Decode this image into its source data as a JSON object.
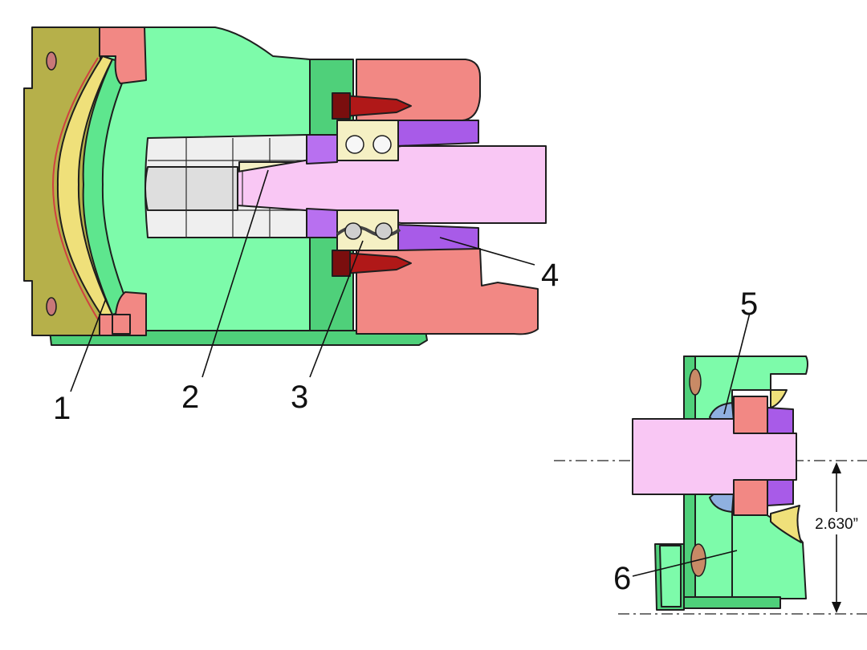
{
  "callouts": [
    {
      "id": "1",
      "text": "1"
    },
    {
      "id": "2",
      "text": "2"
    },
    {
      "id": "3",
      "text": "3"
    },
    {
      "id": "4",
      "text": "4"
    },
    {
      "id": "5",
      "text": "5"
    },
    {
      "id": "6",
      "text": "6"
    }
  ],
  "dimension": {
    "label": "2.630”"
  },
  "colors": {
    "housing_green": "#7dfbaa",
    "housing_green_dark": "#3fbf6a",
    "flange_olive": "#b6b04a",
    "seal_salmon": "#f28884",
    "retainer_purple": "#a85be8",
    "shaft_pink": "#f9c7f4",
    "bearing_cream": "#f5f0c4",
    "screw_red": "#b01818",
    "bore_white": "#f2f2f2",
    "seal_blue": "#8fb0e0"
  }
}
